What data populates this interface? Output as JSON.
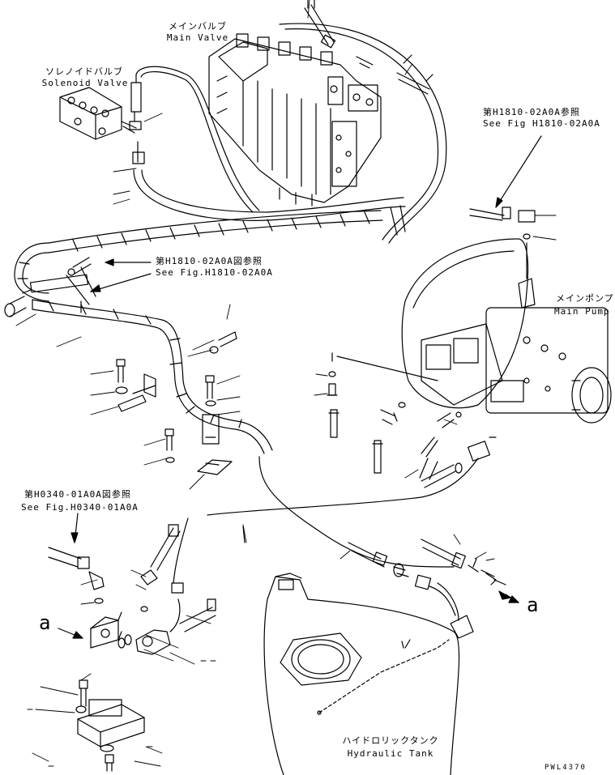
{
  "labels": {
    "main_valve_jp": "メインバルブ",
    "main_valve_en": "Main Valve",
    "solenoid_jp": "ソレノイドバルブ",
    "solenoid_en": "Solenoid Valve",
    "ref_h1810_right_jp": "第H1810-02A0A参照",
    "ref_h1810_right_en": "See Fig H1810-02A0A",
    "ref_h1810_mid_jp": "第H1810-02A0A図参照",
    "ref_h1810_mid_en": "See Fig.H1810-02A0A",
    "main_pump_jp": "メインポンプ",
    "main_pump_en": "Main Pump",
    "ref_h0340_jp": "第H0340-01A0A図参照",
    "ref_h0340_en": "See Fig.H0340-01A0A",
    "callout_a_left": "a",
    "callout_a_right": "a",
    "tank_jp": "ハイドロリックタンク",
    "tank_en": "Hydraulic Tank",
    "drawing_code": "PWL4370"
  },
  "colors": {
    "ink": "#000000",
    "paper": "#ffffff"
  }
}
